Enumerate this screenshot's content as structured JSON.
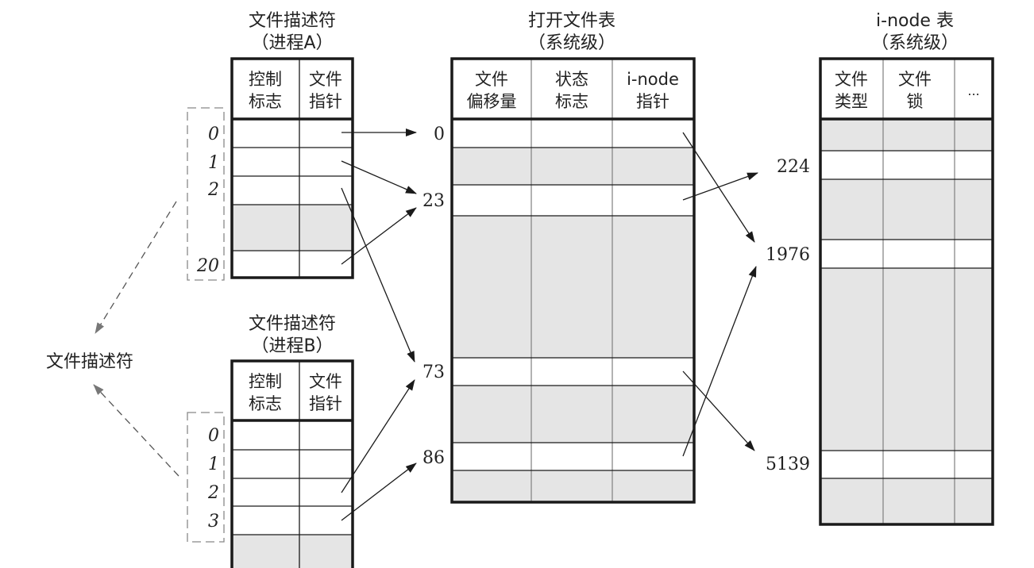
{
  "fd_table_a": {
    "title_line1": "文件描述符",
    "title_line2": "（进程A）",
    "col1_line1": "控制",
    "col1_line2": "标志",
    "col2_line1": "文件",
    "col2_line2": "指针",
    "row_indices": [
      "0",
      "1",
      "2",
      "20"
    ]
  },
  "fd_table_b": {
    "title_line1": "文件描述符",
    "title_line2": "（进程B）",
    "col1_line1": "控制",
    "col1_line2": "标志",
    "col2_line1": "文件",
    "col2_line2": "指针",
    "row_indices": [
      "0",
      "1",
      "2",
      "3"
    ]
  },
  "open_file_table": {
    "title_line1": "打开文件表",
    "title_line2": "（系统级）",
    "col1_line1": "文件",
    "col1_line2": "偏移量",
    "col2_line1": "状态",
    "col2_line2": "标志",
    "col3_line1": "i-node",
    "col3_line2": "指针",
    "row_labels": [
      "0",
      "23",
      "73",
      "86"
    ]
  },
  "inode_table": {
    "title_line1": "i-node 表",
    "title_line2": "（系统级）",
    "col1_line1": "文件",
    "col1_line2": "类型",
    "col2_line1": "文件",
    "col2_line2": "锁",
    "col3_line1": "...",
    "row_labels": [
      "224",
      "1976",
      "5139"
    ]
  },
  "side_label": "文件描述符"
}
